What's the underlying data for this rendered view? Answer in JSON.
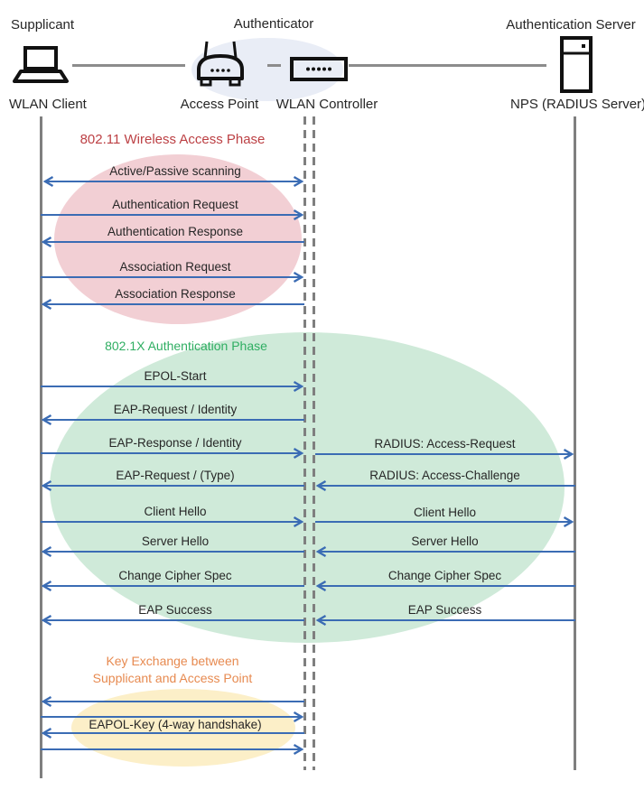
{
  "actors": {
    "supplicant_role": "Supplicant",
    "authenticator_role": "Authenticator",
    "server_role": "Authentication Server",
    "supplicant_device": "WLAN Client",
    "ap_device": "Access Point",
    "wlc_device": "WLAN Controller",
    "server_device": "NPS (RADIUS Server)"
  },
  "phase1": {
    "title": "802.11 Wireless Access Phase",
    "title_color": "#bc4044",
    "ellipse_color": "#f2cfd4",
    "messages": [
      {
        "label": "Active/Passive scanning",
        "from": "WLAN Client",
        "to": "WLAN Controller",
        "direction": "both"
      },
      {
        "label": "Authentication Request",
        "from": "WLAN Client",
        "to": "WLAN Controller",
        "direction": "right"
      },
      {
        "label": "Authentication Response",
        "from": "WLAN Controller",
        "to": "WLAN Client",
        "direction": "left"
      },
      {
        "label": "Association Request",
        "from": "WLAN Client",
        "to": "WLAN Controller",
        "direction": "right"
      },
      {
        "label": "Association Response",
        "from": "WLAN Controller",
        "to": "WLAN Client",
        "direction": "left"
      }
    ]
  },
  "phase2": {
    "title": "802.1X Authentication Phase",
    "title_color": "#2fae62",
    "ellipse_color": "#cfead9",
    "left_messages": [
      {
        "label": "EPOL-Start",
        "direction": "right"
      },
      {
        "label": "EAP-Request / Identity",
        "direction": "left"
      },
      {
        "label": "EAP-Response / Identity",
        "direction": "right"
      },
      {
        "label": "EAP-Request / (Type)",
        "direction": "left"
      },
      {
        "label": "Client Hello",
        "direction": "right"
      },
      {
        "label": "Server Hello",
        "direction": "left"
      },
      {
        "label": "Change Cipher Spec",
        "direction": "left"
      },
      {
        "label": "EAP Success",
        "direction": "left"
      }
    ],
    "right_messages": [
      {
        "label": "RADIUS: Access-Request",
        "direction": "right"
      },
      {
        "label": "RADIUS: Access-Challenge",
        "direction": "left"
      },
      {
        "label": "Client Hello",
        "direction": "right"
      },
      {
        "label": "Server Hello",
        "direction": "left"
      },
      {
        "label": "Change Cipher Spec",
        "direction": "left"
      },
      {
        "label": "EAP Success",
        "direction": "left"
      }
    ]
  },
  "phase3": {
    "title_line1": "Key Exchange between",
    "title_line2": "Supplicant and Access Point",
    "title_color": "#e78a50",
    "ellipse_color": "#fcefc8",
    "label": "EAPOL-Key (4-way handshake)",
    "arrow_directions": [
      "left",
      "right",
      "left",
      "right"
    ]
  },
  "colors": {
    "arrow": "#3b6cb4",
    "lifeline": "#7f7f7f",
    "connector": "#8c8c8c",
    "authenticator_ellipse": "#e9edf6",
    "message_text": "#262626"
  },
  "icons": {
    "supplicant": "laptop-icon",
    "access_point": "access-point-icon",
    "wlan_controller": "wlan-controller-icon",
    "server": "server-icon"
  }
}
